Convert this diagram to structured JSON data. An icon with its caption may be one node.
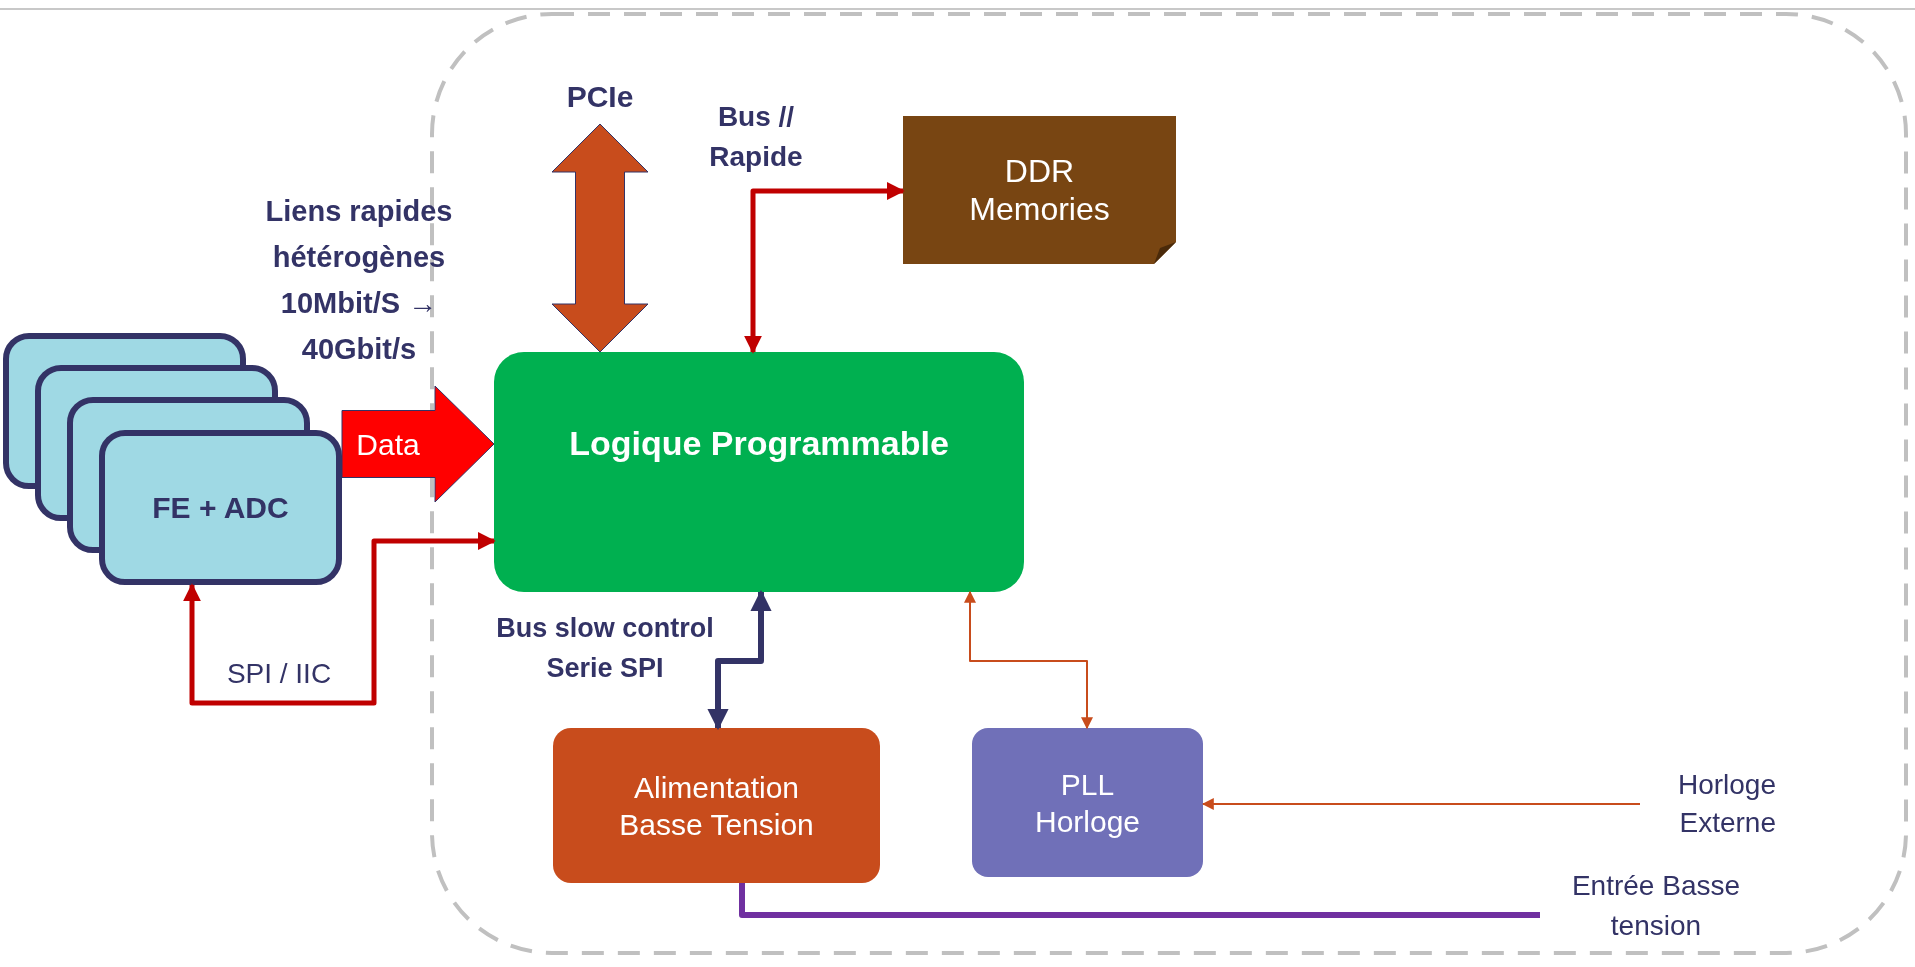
{
  "diagram": {
    "nodes": [
      {
        "text": [],
        "shape": "box"
      },
      {
        "text": [
          "PCIe"
        ],
        "in": 0
      },
      {
        "text": [
          "DDR Memories"
        ],
        "in": 0
      },
      {
        "text": [
          "FE + ADC"
        ]
      },
      {
        "text": [
          "Logique Programmable"
        ],
        "in": 0
      },
      {
        "text": [
          "Alimentation Basse Tension"
        ],
        "in": 0
      },
      {
        "text": [
          "PLL Horloge"
        ],
        "in": 0
      },
      {
        "text": [
          "Horloge Externe"
        ],
        "in": 0
      },
      {
        "text": [
          "Entrée Basse tension"
        ],
        "in": 0
      }
    ],
    "edges": [
      {
        "from": 3,
        "to": 4,
        "arrow": "to",
        "label": "Data",
        "style": "thick",
        "color": "#ff0000"
      },
      {
        "from": 1,
        "to": 4,
        "arrow": "both",
        "style": "thick",
        "color": "#c84c1c"
      },
      {
        "from": 4,
        "to": 2,
        "arrow": "both",
        "label": "Bus // Rapide",
        "color": "#c00000"
      },
      {
        "from": 4,
        "to": 3,
        "arrow": "both",
        "label": "SPI / IIC",
        "color": "#c00000"
      },
      {
        "from": 4,
        "to": 5,
        "arrow": "both",
        "label": "Bus slow control Serie SPI",
        "color": "#333366"
      },
      {
        "from": 4,
        "to": 6,
        "arrow": "both",
        "color": "#c84c1c"
      },
      {
        "from": 7,
        "to": 6,
        "arrow": "to",
        "color": "#c84c1c"
      },
      {
        "from": 8,
        "to": 5,
        "arrow": "none",
        "color": "#7030a0"
      }
    ],
    "labels": [
      "Liens rapides hétérogènes 10Mbit/S → 40Gbit/s"
    ]
  }
}
